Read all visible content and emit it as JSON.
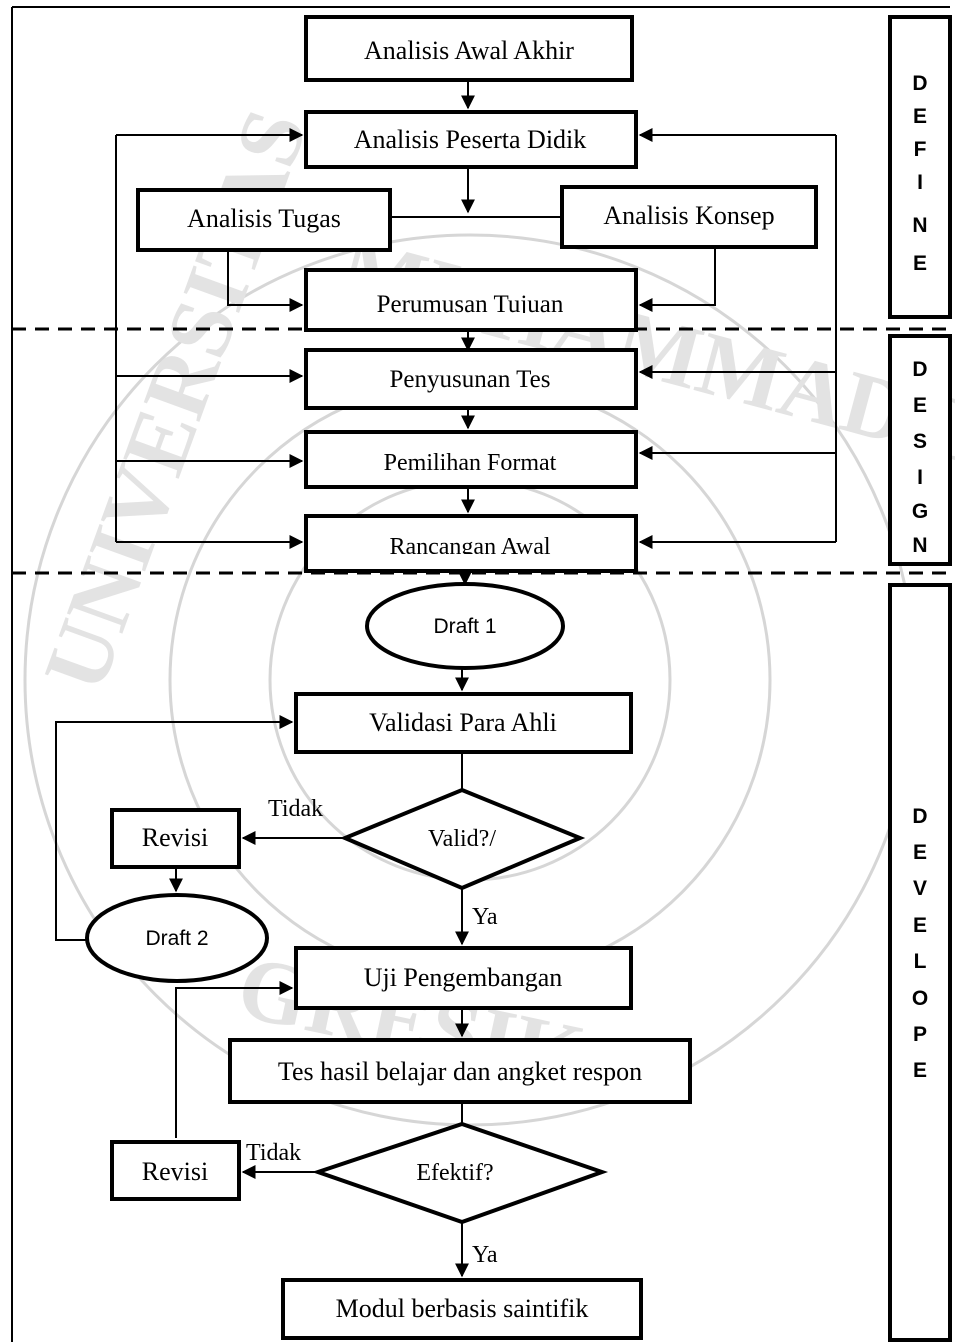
{
  "phases": {
    "define": [
      "D",
      "E",
      "F",
      "I",
      "N",
      "E"
    ],
    "design": [
      "D",
      "E",
      "S",
      "I",
      "G",
      "N"
    ],
    "develope": [
      "D",
      "E",
      "V",
      "E",
      "L",
      "O",
      "P",
      "E"
    ]
  },
  "nodes": {
    "analisis_awal_akhir": "Analisis Awal Akhir",
    "analisis_peserta_didik": "Analisis Peserta Didik",
    "analisis_tugas": "Analisis Tugas",
    "analisis_konsep": "Analisis Konsep",
    "perumusan_tujuan": "Perumusan Tujuan",
    "penyusunan_tes": "Penyusunan Tes",
    "pemilihan_format": "Pemilihan Format",
    "rancangan_awal": "Rancangan Awal",
    "draft1": "Draft 1",
    "validasi_para_ahli": "Validasi Para Ahli",
    "valid": "Valid?/",
    "revisi1": "Revisi",
    "draft2": "Draft 2",
    "uji_pengembangan": "Uji Pengembangan",
    "tes_hasil": "Tes hasil belajar dan angket respon",
    "efektif": "Efektif?",
    "revisi2": "Revisi",
    "modul": "Modul berbasis saintifik"
  },
  "edge_labels": {
    "tidak1": "Tidak",
    "ya1": "Ya",
    "tidak2": "Tidak",
    "ya2": "Ya"
  },
  "watermark": {
    "top": "MUHAMMADIYAH",
    "left": "UNIVERSITAS",
    "bottom": "GRESIK"
  }
}
